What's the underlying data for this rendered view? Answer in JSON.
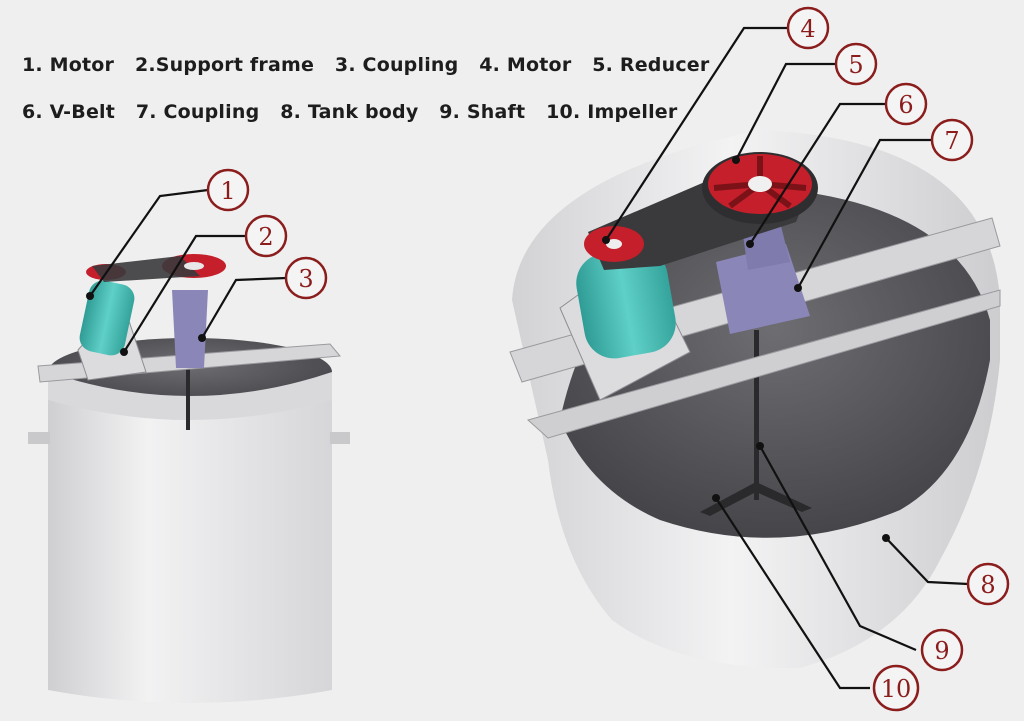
{
  "legend": {
    "row1": [
      "1. Motor",
      "2.Support frame",
      "3. Coupling",
      "4. Motor",
      "5. Reducer"
    ],
    "row2": [
      "6. V-Belt",
      "7. Coupling",
      "8. Tank body",
      "9. Shaft",
      "10. Impeller"
    ]
  },
  "callouts": [
    "1",
    "2",
    "3",
    "4",
    "5",
    "6",
    "7",
    "8",
    "9",
    "10"
  ],
  "colors": {
    "background": "#efefef",
    "tank": "#e4e4e6",
    "tank_inner": "#5a5a5e",
    "motor": "#4bb8b0",
    "frame": "#9a9a9e",
    "coupling": "#8a86b8",
    "pulley": "#c41f2a",
    "belt": "#3a3a3c",
    "callout": "#8b1d1d"
  }
}
